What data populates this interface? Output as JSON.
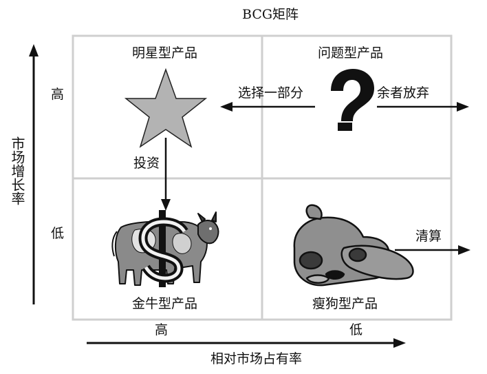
{
  "title": "BCG矩阵",
  "y_axis": {
    "label": "市场增长率",
    "high": "高",
    "low": "低"
  },
  "x_axis": {
    "label": "相对市场占有率",
    "high": "高",
    "low": "低"
  },
  "quadrants": {
    "star": "明星型产品",
    "question": "问题型产品",
    "cow": "金牛型产品",
    "dog": "瘦狗型产品"
  },
  "arrows": {
    "select_part": "选择一部分",
    "abandon_rest": "余者放弃",
    "invest": "投资",
    "liquidate": "清算"
  },
  "icons": {
    "star": "star-icon",
    "question": "question-mark-icon",
    "cow": "cash-cow-icon",
    "dollar": "dollar-sign-icon",
    "dog": "sleeping-dog-icon"
  },
  "colors": {
    "grid": "#cfcfcf",
    "star_fill": "#b3b3b3",
    "ink": "#111111"
  }
}
